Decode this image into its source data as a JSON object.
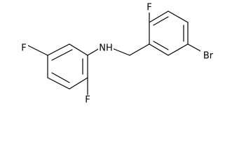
{
  "molecule": {
    "atoms": {
      "nh": "NH",
      "f_right_ring": "F",
      "f_left_ring_top": "F",
      "f_left_ring_bottom": "F",
      "br": "Br"
    },
    "colors": {
      "bond": "#000000",
      "label": "#000000",
      "background": "#ffffff"
    }
  }
}
